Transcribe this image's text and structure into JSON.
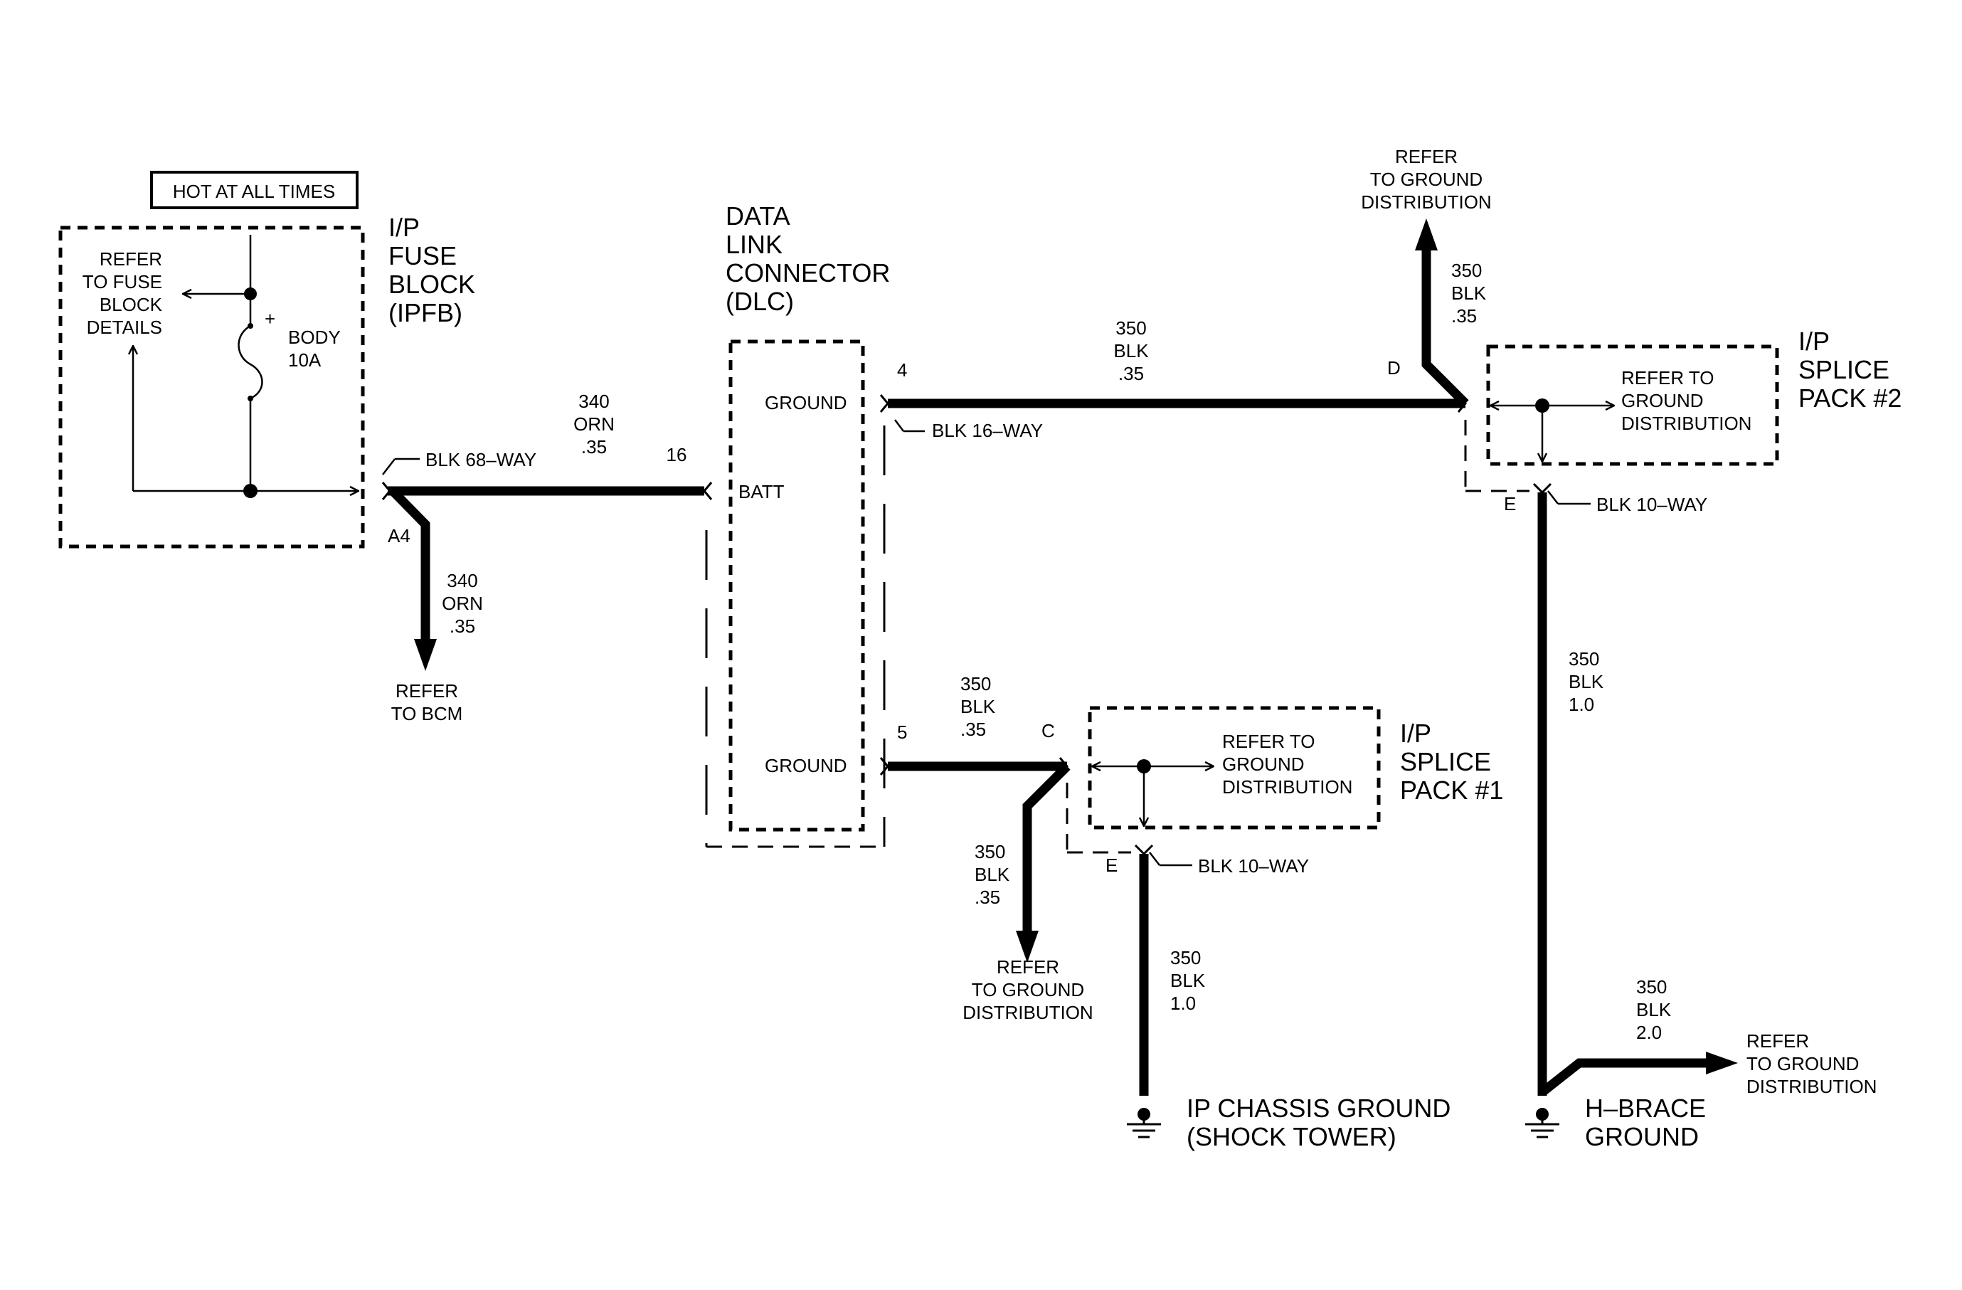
{
  "header_box": "HOT AT ALL TIMES",
  "fuse_block": {
    "title": [
      "I/P",
      "FUSE",
      "BLOCK",
      "(IPFB)"
    ],
    "refer": [
      "REFER",
      "TO FUSE",
      "BLOCK",
      "DETAILS"
    ],
    "fuse_plus": "+",
    "fuse_label": [
      "BODY",
      "10A"
    ],
    "connector": "BLK 68–WAY",
    "pin": "A4"
  },
  "wire_340_top": [
    "340",
    "ORN",
    ".35"
  ],
  "wire_340_down": [
    "340",
    "ORN",
    ".35"
  ],
  "refer_bcm": [
    "REFER",
    "TO BCM"
  ],
  "dlc": {
    "title": [
      "DATA",
      "LINK",
      "CONNECTOR",
      "(DLC)"
    ],
    "pin_batt_num": "16",
    "pin_batt": "BATT",
    "pin_ground_top_num": "4",
    "pin_ground_top": "GROUND",
    "pin_ground_bottom_num": "5",
    "pin_ground_bottom": "GROUND",
    "connector": "BLK 16–WAY"
  },
  "wire_350_top": [
    "350",
    "BLK",
    ".35"
  ],
  "wire_350_up": [
    "350",
    "BLK",
    ".35"
  ],
  "refer_ground_top": [
    "REFER",
    "TO GROUND",
    "DISTRIBUTION"
  ],
  "splice2": {
    "title": [
      "I/P",
      "SPLICE",
      "PACK #2"
    ],
    "refer": [
      "REFER TO",
      "GROUND",
      "DISTRIBUTION"
    ],
    "pin_d": "D",
    "pin_e": "E",
    "connector": "BLK 10–WAY"
  },
  "wire_350_mid": [
    "350",
    "BLK",
    ".35"
  ],
  "splice1": {
    "title": [
      "I/P",
      "SPLICE",
      "PACK #1"
    ],
    "refer": [
      "REFER TO",
      "GROUND",
      "DISTRIBUTION"
    ],
    "pin_c": "C",
    "pin_e": "E",
    "connector": "BLK 10–WAY"
  },
  "wire_350_down": [
    "350",
    "BLK",
    ".35"
  ],
  "refer_ground_mid": [
    "REFER",
    "TO GROUND",
    "DISTRIBUTION"
  ],
  "wire_350_chassis": [
    "350",
    "BLK",
    "1.0"
  ],
  "chassis_ground": [
    "IP CHASSIS GROUND",
    "(SHOCK TOWER)"
  ],
  "wire_350_hbrace_up": [
    "350",
    "BLK",
    "1.0"
  ],
  "wire_350_hbrace_right": [
    "350",
    "BLK",
    "2.0"
  ],
  "refer_ground_right": [
    "REFER",
    "TO GROUND",
    "DISTRIBUTION"
  ],
  "hbrace_ground": [
    "H–BRACE",
    "GROUND"
  ]
}
